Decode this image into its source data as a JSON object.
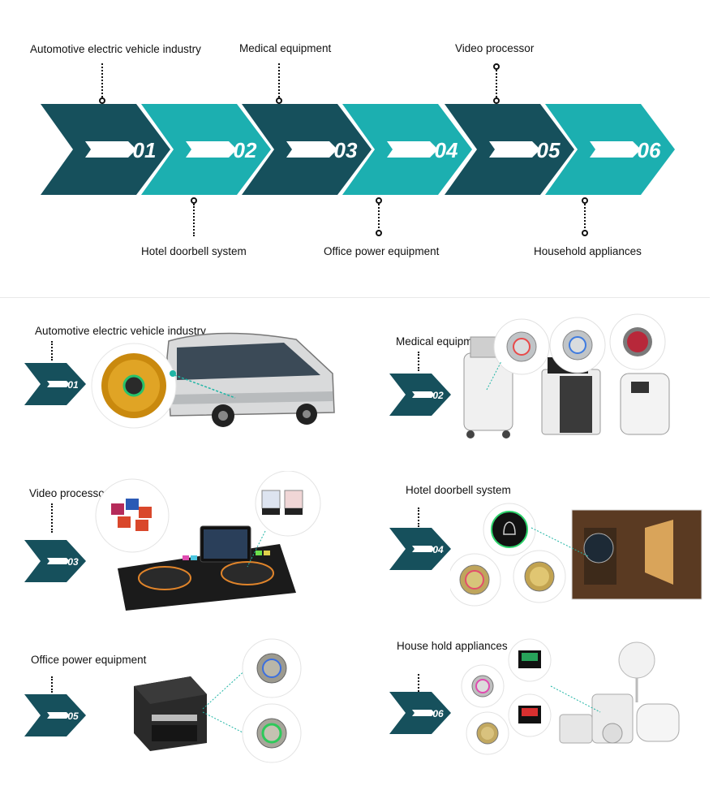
{
  "timeline": {
    "steps": [
      {
        "number": "01",
        "label": "Automotive electric vehicle industry"
      },
      {
        "number": "02",
        "label": "Hotel doorbell system"
      },
      {
        "number": "03",
        "label": "Medical equipment"
      },
      {
        "number": "04",
        "label": "Office power equipment"
      },
      {
        "number": "05",
        "label": "Video processor"
      },
      {
        "number": "06",
        "label": "Household appliances"
      }
    ]
  },
  "panels": [
    {
      "number": "01",
      "label": "Automotive electric vehicle industry"
    },
    {
      "number": "02",
      "label": "Medical equipment"
    },
    {
      "number": "03",
      "label": "Video processor"
    },
    {
      "number": "04",
      "label": "Hotel doorbell system"
    },
    {
      "number": "05",
      "label": "Office power equipment"
    },
    {
      "number": "06",
      "label": "House hold appliances"
    }
  ],
  "colors": {
    "dark_teal": "#16505c",
    "light_teal": "#1cafb0",
    "accent": "#1fb5a5"
  }
}
